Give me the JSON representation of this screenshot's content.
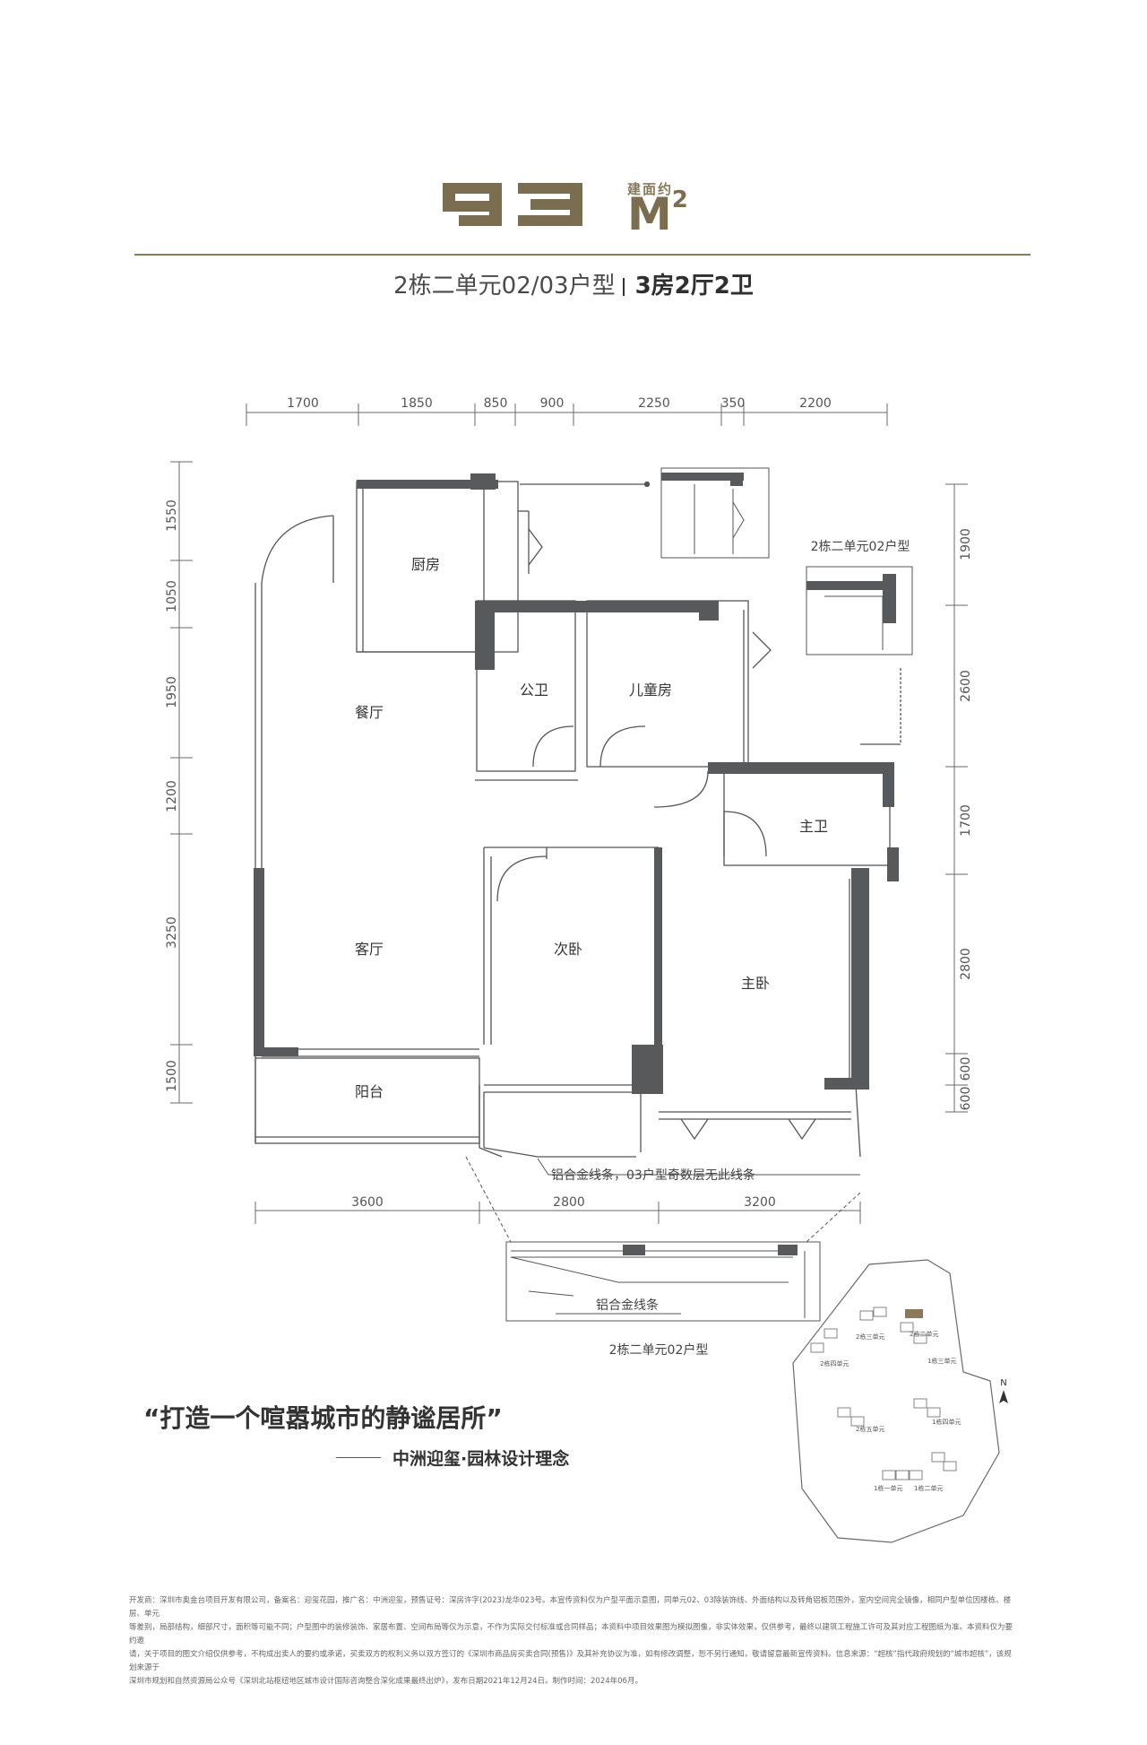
{
  "header": {
    "area_number": "93",
    "area_unit_label": "建面约",
    "area_unit": "M",
    "area_unit_sup": "2"
  },
  "title": {
    "unit_name": "2栋二单元02/03户型",
    "layout": "3房2厅2卫"
  },
  "dimensions": {
    "top": [
      "1700",
      "1850",
      "850",
      "900",
      "2250",
      "350",
      "2200"
    ],
    "left": [
      "1550",
      "1050",
      "1950",
      "1200",
      "3250",
      "1500"
    ],
    "right": [
      "1900",
      "2600",
      "1700",
      "2800",
      "600",
      "600"
    ],
    "bottom": [
      "3600",
      "2800",
      "3200"
    ]
  },
  "rooms": {
    "kitchen": "厨房",
    "dining": "餐厅",
    "public_bath": "公卫",
    "kids_room": "儿童房",
    "master_bath": "主卫",
    "living": "客厅",
    "second_bedroom": "次卧",
    "master_bedroom": "主卧",
    "balcony": "阳台"
  },
  "notes": {
    "variant_02_right": "2栋二单元02户型",
    "line_note": "铝合金线条，03户型奇数层无此线条",
    "inset_line": "铝合金线条",
    "variant_02_bottom": "2栋二单元02户型"
  },
  "quote": {
    "text": "“打造一个喧嚣城市的静谧居所”",
    "author": "中洲迎玺·园林设计理念"
  },
  "site_plan": {
    "north": "N",
    "labels": [
      "2栋二单元",
      "2栋三单元",
      "2栋四单元",
      "2栋五单元",
      "1栋三单元",
      "1栋四单元",
      "1栋一单元",
      "1栋二单元"
    ]
  },
  "disclaimer": [
    "开发商：深圳市奥金台项目开发有限公司，备案名：迎玺花园，推广名：中洲迎玺，预售证号：深房许字(2023)龙华023号。本宣传资料仅为户型平面示意图，同单元02、03除装饰线、外面结构以及转角铝板范围外，室内空间完全镜像，相同户型单位因楼栋、楼层、单元",
    "等差别，局部结构，细部尺寸，面积等可能不同；户型图中的装修装饰、家居布置、空间布局等仅为示意，不作为实际交付标准或合同样品；本资料中项目效果图为模拟图像，非实体效果，仅供参考，最终以建筑工程施工许可及其对应工程图纸为准。本资料仅为要约邀",
    "请，关于项目的图文介绍仅供参考，不构成出卖人的要约或承诺，买卖双方的权利义务以双方签订的《深圳市商品房买卖合同(预售)》及其补充协议为准，如有修改调整，恕不另行通知，敬请留意最新宣传资料。信息来源：“超核”指代政府规划的“城市超核”，该规划来源于",
    "深圳市规划和自然资源局公众号《深圳北站枢纽地区城市设计国际咨询整合深化成果最终出炉》，发布日期2021年12月24日。制作时间：2024年06月。"
  ],
  "colors": {
    "accent": "#7b6d4f",
    "wall": "#58595b",
    "line": "#555555"
  }
}
